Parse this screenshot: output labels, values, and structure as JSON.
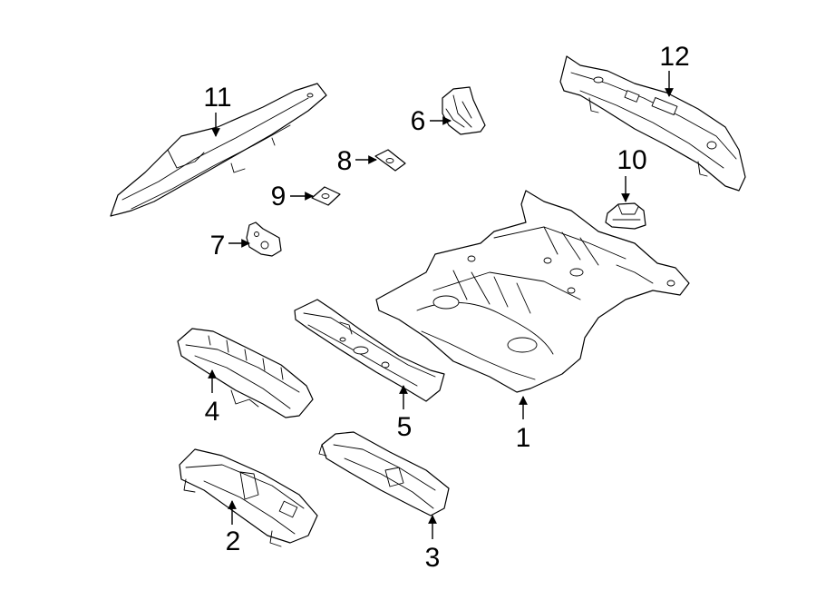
{
  "diagram": {
    "colors": {
      "line": "#000000",
      "background": "#ffffff"
    },
    "callouts": [
      {
        "id": "1",
        "label": "1"
      },
      {
        "id": "2",
        "label": "2"
      },
      {
        "id": "3",
        "label": "3"
      },
      {
        "id": "4",
        "label": "4"
      },
      {
        "id": "5",
        "label": "5"
      },
      {
        "id": "6",
        "label": "6"
      },
      {
        "id": "7",
        "label": "7"
      },
      {
        "id": "8",
        "label": "8"
      },
      {
        "id": "9",
        "label": "9"
      },
      {
        "id": "10",
        "label": "10"
      },
      {
        "id": "11",
        "label": "11"
      },
      {
        "id": "12",
        "label": "12"
      }
    ]
  }
}
